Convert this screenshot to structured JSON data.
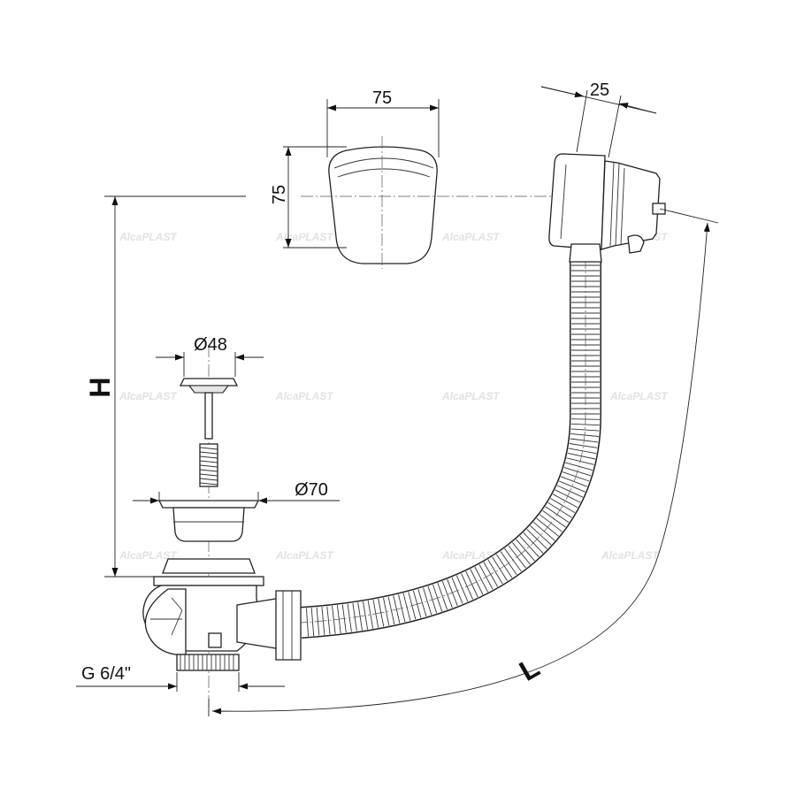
{
  "dimensions": {
    "overflow_width": "75",
    "overflow_height": "75",
    "overflow_depth": "25",
    "plug_diameter": "Ø48",
    "waste_diameter": "Ø70",
    "height_label": "H",
    "length_label": "L",
    "thread": "G 6/4\""
  },
  "watermark": {
    "brand": "AlcaPLAST"
  },
  "colors": {
    "line": "#222222",
    "watermark": "#e2e2e2",
    "background": "#ffffff"
  }
}
